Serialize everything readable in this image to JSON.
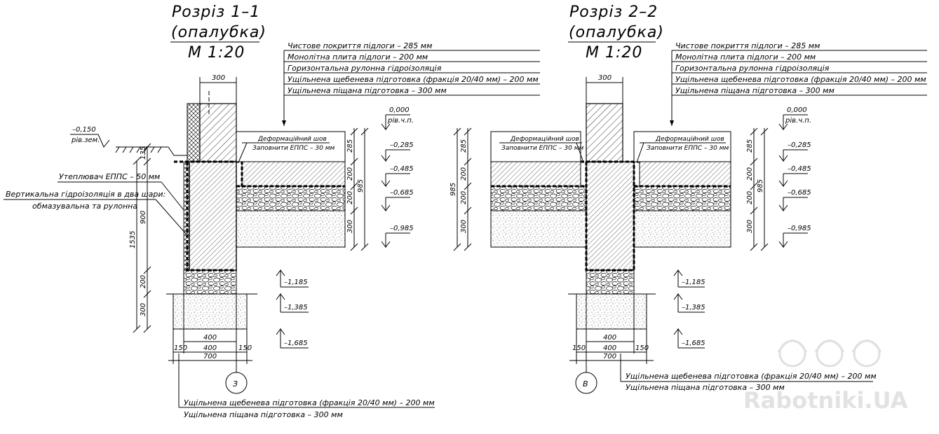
{
  "section1": {
    "title": "Розріз 1–1",
    "subtitle": "(опалубка)",
    "scale": "М 1:20",
    "layers": [
      "Чистове покриття підлоги – 285 мм",
      "Монолітна плита підлоги – 200 мм",
      "Горизонтальна рулонна гідроізоляція",
      "Ущільнена щебенева підготовка (фракція 20/40 мм) – 200 мм",
      "Ущільнена піщана підготовка – 300 мм"
    ],
    "wall_width": "300",
    "ground_level": "–0,150",
    "ground_label": "рів.зем.",
    "floor_level": "0,000",
    "floor_label": "рів.ч.п.",
    "expansion_joint": "Деформаційний шов",
    "joint_fill": "Заповнити ЕППС – 30 мм",
    "insulation": "Утеплювач ЕППС – 50 мм",
    "waterproofing_1": "Вертикальна гідроізоляція в два шари:",
    "waterproofing_2": "обмазувальна та рулонна",
    "levels": [
      "–0,285",
      "–0,485",
      "–0,685",
      "–0,985",
      "–1,185",
      "–1,385",
      "–1,685"
    ],
    "dims_right": [
      "285",
      "200",
      "200",
      "300",
      "985"
    ],
    "dims_left": [
      "135",
      "900",
      "1535",
      "200",
      "300"
    ],
    "dims_bottom": [
      "400",
      "400",
      "700",
      "150",
      "150"
    ],
    "axis": "З",
    "foundation_note_1": "Ущільнена щебенева підготовка (фракція 20/40 мм) – 200 мм",
    "foundation_note_2": "Ущільнена піщана підготовка – 300 мм"
  },
  "section2": {
    "title": "Розріз 2–2",
    "subtitle": "(опалубка)",
    "scale": "М 1:20",
    "layers": [
      "Чистове покриття підлоги – 285 мм",
      "Монолітна плита підлоги – 200 мм",
      "Горизонтальна рулонна гідроізоляція",
      "Ущільнена щебенева підготовка (фракція 20/40 мм) – 200 мм",
      "Ущільнена піщана підготовка – 300 мм"
    ],
    "wall_width": "300",
    "floor_level": "0,000",
    "floor_label": "рів.ч.п.",
    "expansion_joint": "Деформаційний шов",
    "joint_fill": "Заповнити ЕППС – 30 мм",
    "levels": [
      "–0,285",
      "–0,485",
      "–0,685",
      "–0,985",
      "–1,185",
      "–1,385",
      "–1,685"
    ],
    "dims_left": [
      "285",
      "200",
      "200",
      "300",
      "985"
    ],
    "dims_right": [
      "285",
      "200",
      "200",
      "300",
      "985"
    ],
    "dims_bottom": [
      "400",
      "400",
      "700",
      "150",
      "150"
    ],
    "axis": "В",
    "foundation_note_1": "Ущільнена щебенева підготовка (фракція 20/40 мм) – 200 мм",
    "foundation_note_2": "Ущільнена піщана підготовка – 300 мм"
  },
  "watermark": "Rabotniki.UA"
}
